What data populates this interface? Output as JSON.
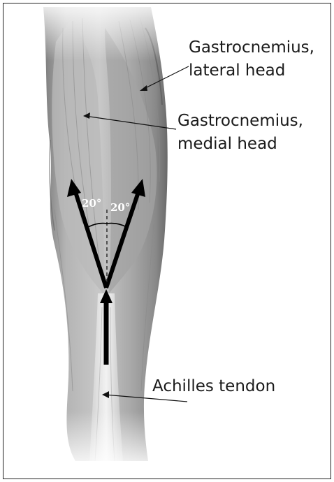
{
  "labels": {
    "lateral_head": [
      "Gastrocnemius,",
      "lateral head"
    ],
    "medial_head": [
      "Gastrocnemius,",
      "medial head"
    ],
    "achilles": "Achilles tendon"
  },
  "angles": {
    "left": "20°",
    "right": "20°"
  },
  "colors": {
    "border": "#222222",
    "arrow": "#000000",
    "muscle_base": "#a8a8a8",
    "muscle_dark": "#6e6e6e",
    "tendon": "#e4e4e4"
  }
}
